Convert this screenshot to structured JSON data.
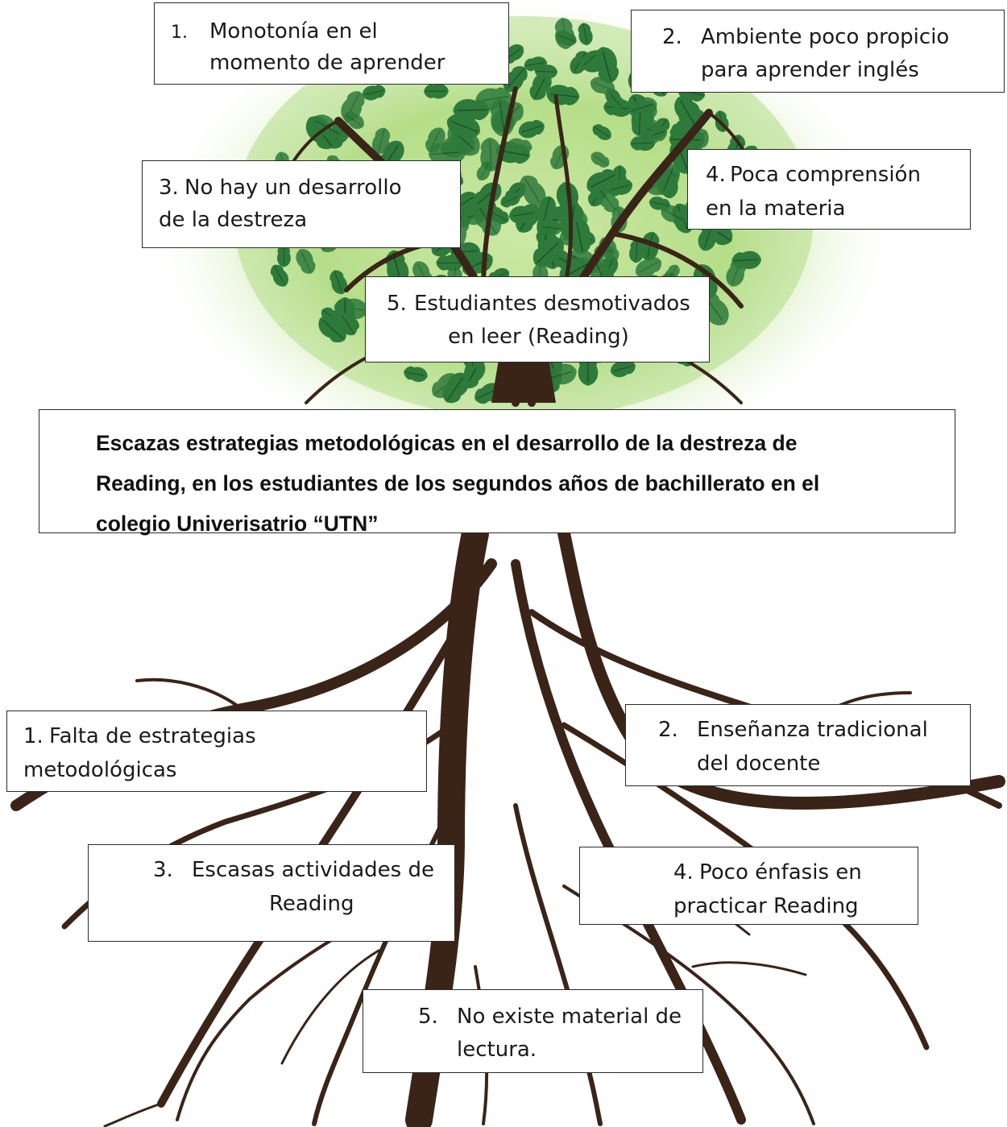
{
  "effects": [
    {
      "num": "1.",
      "lines": [
        "Monotonía en el",
        "momento de aprender"
      ]
    },
    {
      "num": "2.",
      "lines": [
        "Ambiente poco propicio",
        "para aprender inglés"
      ]
    },
    {
      "num": "3.",
      "lines": [
        "No hay un desarrollo",
        "de la destreza"
      ]
    },
    {
      "num": "4.",
      "lines": [
        "Poca comprensión",
        "en la materia"
      ]
    },
    {
      "num": "5.",
      "lines": [
        "Estudiantes desmotivados",
        "en leer (Reading)"
      ]
    }
  ],
  "central_problem": {
    "lines": [
      "Escazas estrategias metodológicas en el desarrollo de la destreza de",
      "Reading, en los estudiantes de los segundos años de bachillerato en el",
      "colegio Univerisatrio “UTN”"
    ]
  },
  "causes": [
    {
      "num": "1.",
      "lines": [
        "Falta  de estrategias",
        "metodológicas"
      ]
    },
    {
      "num": "2.",
      "lines": [
        "Enseñanza tradicional",
        "del docente"
      ]
    },
    {
      "num": "3.",
      "lines": [
        "Escasas  actividades de",
        "Reading"
      ]
    },
    {
      "num": "4.",
      "lines": [
        "Poco énfasis en",
        "practicar Reading"
      ]
    },
    {
      "num": "5.",
      "lines": [
        "No existe material de",
        "lectura."
      ]
    }
  ],
  "colors": {
    "foliage": "#2f7a3a",
    "foliage_glow": "#b8e08a",
    "wood": "#3a2418"
  }
}
